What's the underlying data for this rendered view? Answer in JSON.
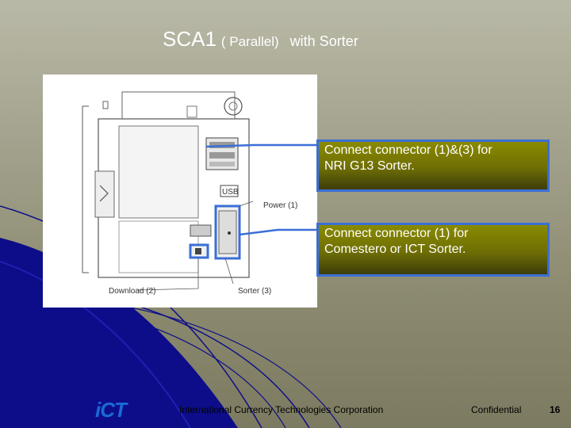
{
  "slide": {
    "title_main": "SCA1",
    "title_sub": "( Parallel)",
    "title_with": "with Sorter",
    "callouts": [
      {
        "text_1": "Connect connector (1)&(3) for",
        "text_2": "NRI G13 Sorter."
      },
      {
        "text_1": "Connect connector (1) for",
        "text_2": "Comestero or ICT Sorter."
      }
    ],
    "diagram": {
      "label_power": "Power (1)",
      "label_download": "Download (2)",
      "label_sorter": "Sorter (3)",
      "label_usb": "USB"
    },
    "footer": {
      "company": "International Currency Technologies Corporation",
      "confidential": "Confidential",
      "page_number": "16",
      "logo_text": "iCT"
    },
    "colors": {
      "callout_border": "#3b6fd6",
      "swoosh": "#0d0d8a",
      "logo": "#1a6bd6"
    }
  }
}
